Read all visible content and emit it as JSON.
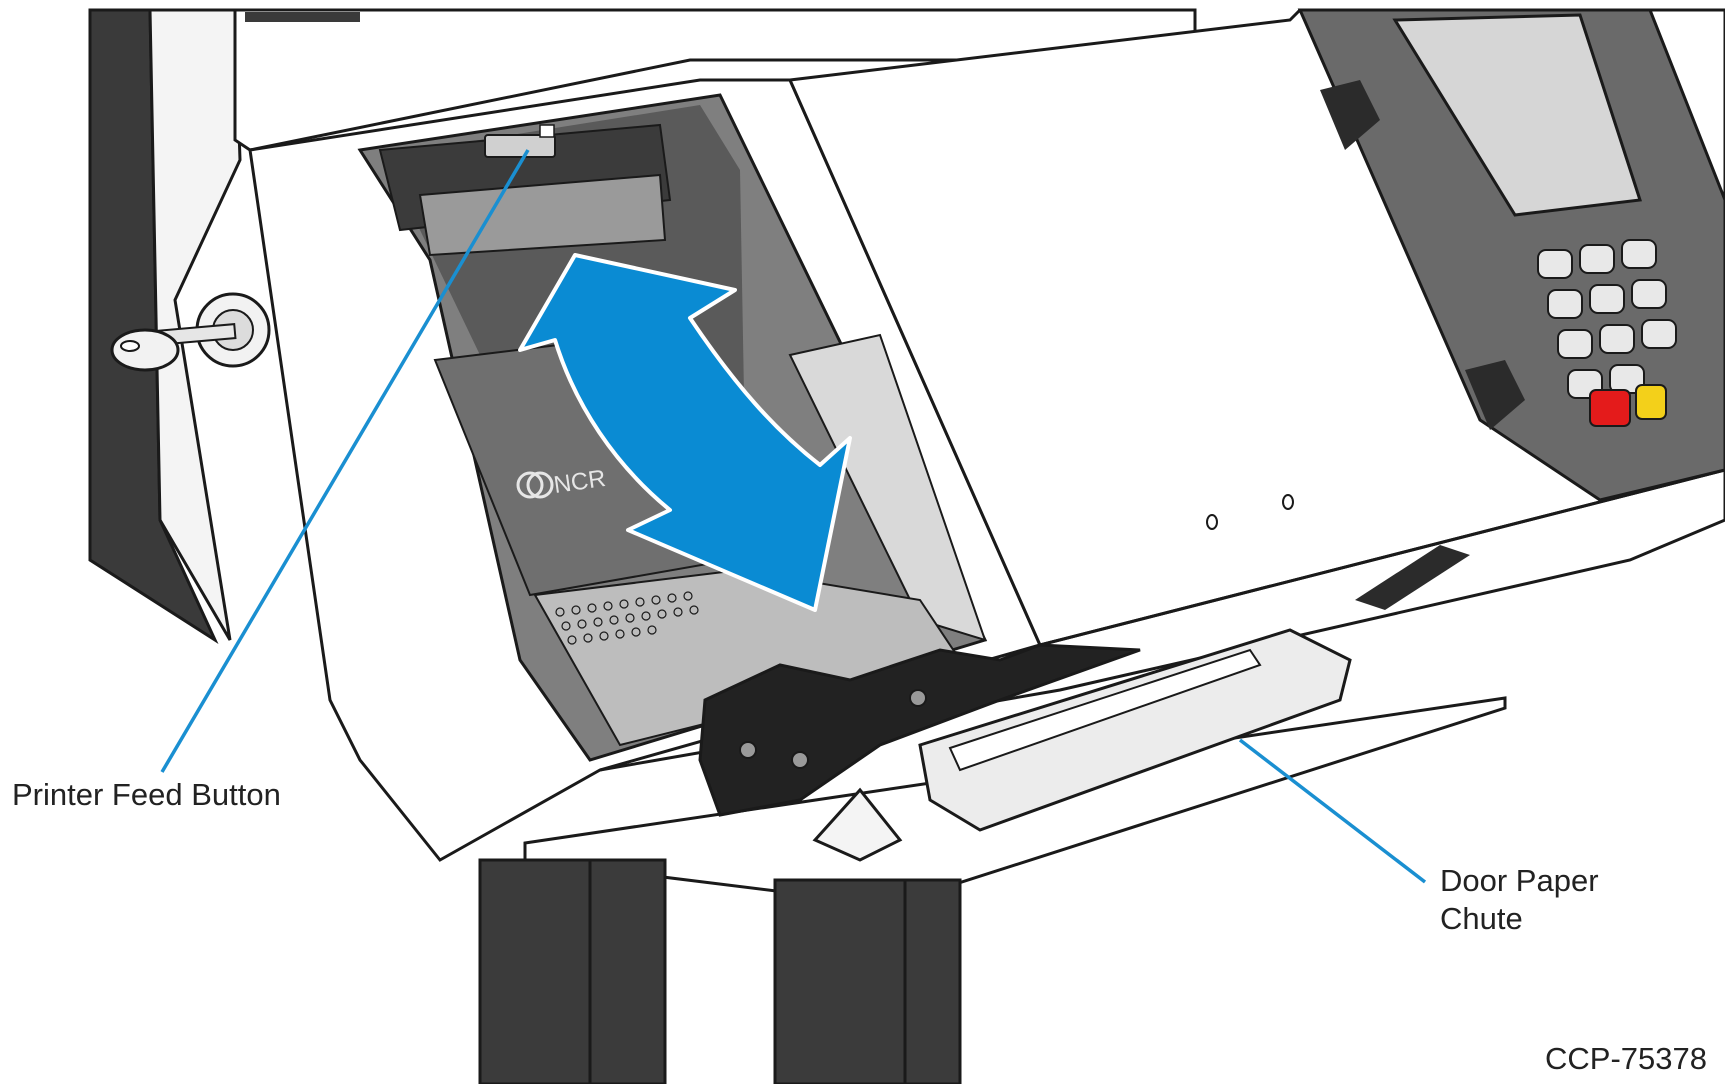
{
  "figure_id": "CCP-75378",
  "callouts": {
    "printer_feed_button": "Printer Feed Button",
    "door_paper_chute_line1": "Door Paper",
    "door_paper_chute_line2": "Chute"
  },
  "logo": {
    "text": "NCR"
  },
  "colors": {
    "callout_line": "#1a8fd1",
    "arrow": "#0a8bd3",
    "outline": "#1a1a1a",
    "dark_part": "#2b2b2b",
    "mid_gray": "#8e8e8e",
    "light_gray": "#cfcfcf",
    "screen_gray": "#d6d6d6",
    "red_key": "#e41b1b",
    "yellow_key": "#f3d01a"
  },
  "icons": {
    "arrow": "double-headed-curved-arrow",
    "key": "lock-key-icon"
  }
}
